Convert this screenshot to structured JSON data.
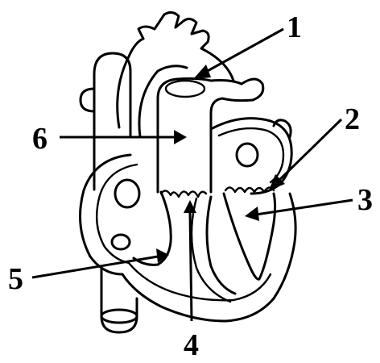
{
  "labels": {
    "label_1": "1",
    "label_2": "2",
    "label_3": "3",
    "label_4": "4",
    "label_5": "5",
    "label_6": "6"
  },
  "colors": {
    "line": "#000000",
    "background": "#ffffff"
  }
}
